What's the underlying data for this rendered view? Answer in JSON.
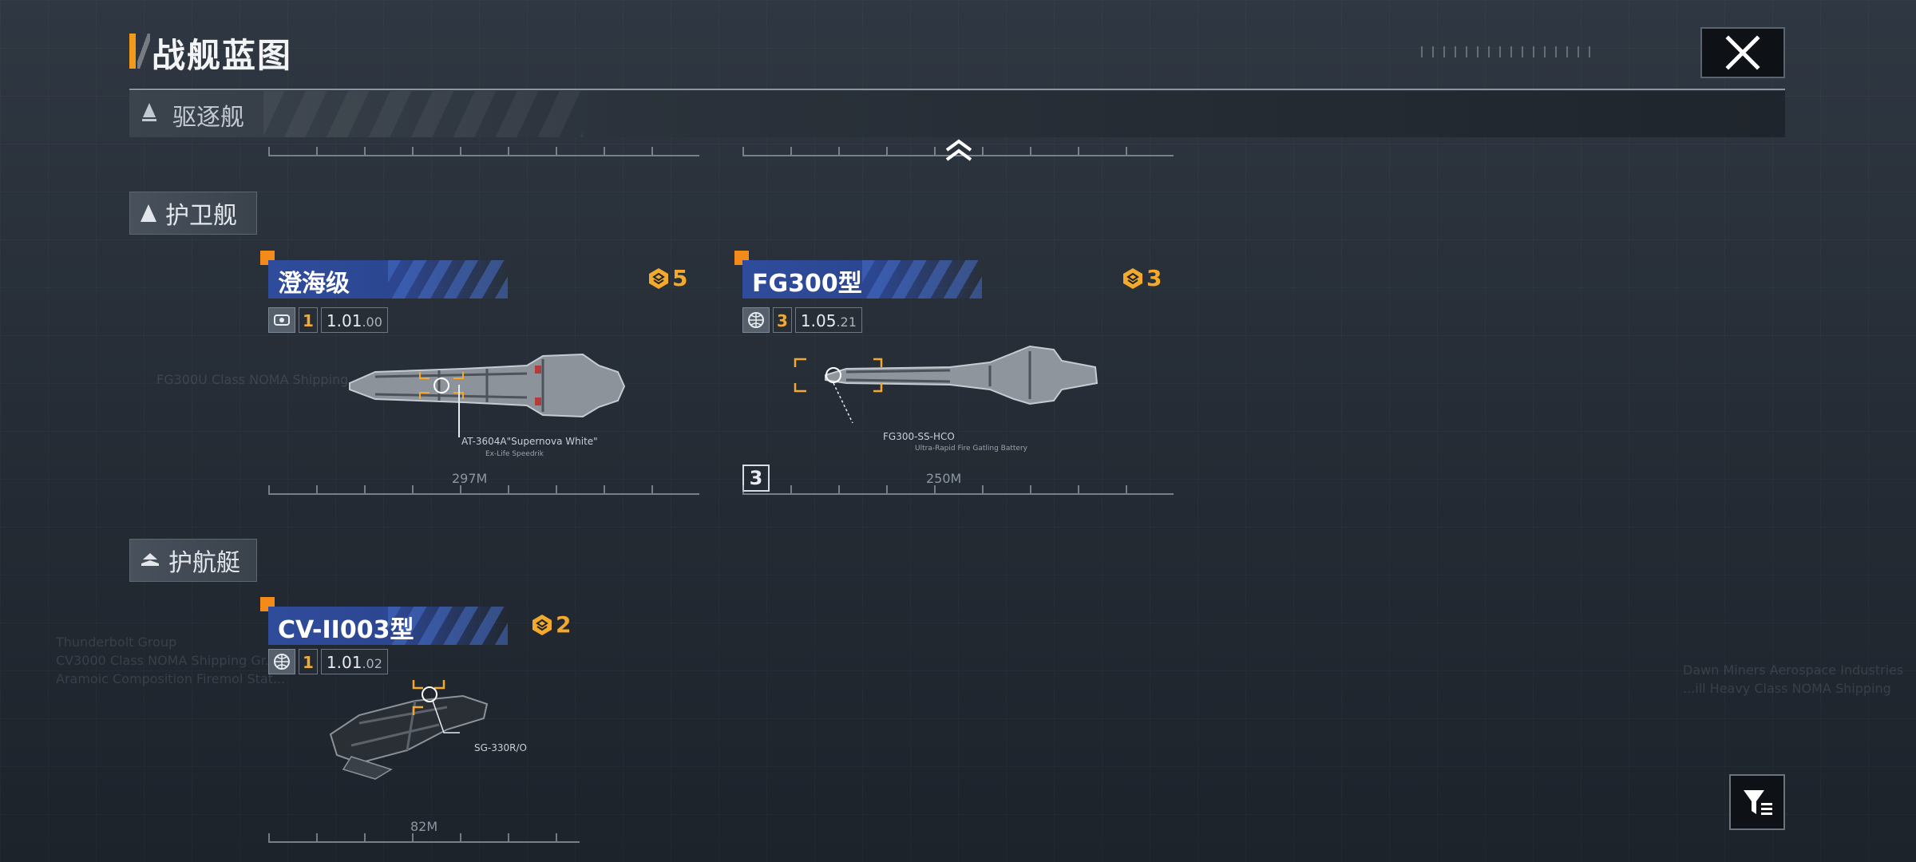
{
  "page": {
    "title": "战舰蓝图"
  },
  "header": {
    "close_icon": "close-icon"
  },
  "sections": {
    "destroyer": {
      "label": "驱逐舰",
      "collapse_icon": "chevron-up-icon"
    },
    "frigate": {
      "label": "护卫舰"
    },
    "corvette": {
      "label": "护航艇"
    }
  },
  "ships": [
    {
      "name": "澄海级",
      "count": "5",
      "level": "1",
      "version": "1.01",
      "version_sub": ".00",
      "length": "297M",
      "tag": "AT-3604A\"Supernova White\"",
      "tag_sub": "Ex-Life Speedrik"
    },
    {
      "name": "FG300型",
      "count": "3",
      "level": "3",
      "version": "1.05",
      "version_sub": ".21",
      "length": "250M",
      "tag": "FG300-SS-HCO",
      "tag_sub": "Ultra-Rapid Fire Gatling Battery",
      "badge": "3"
    },
    {
      "name": "CV-II003型",
      "count": "2",
      "level": "1",
      "version": "1.01",
      "version_sub": ".02",
      "length": "82M",
      "tag": "SG-330R/O"
    }
  ],
  "ghost_text": {
    "left_1": "Thunderbolt Group",
    "left_2": "CV3000 Class NOMA Shipping Gr...",
    "left_3": "Aramoic Composition Firemol Stat...",
    "right_1": "Dawn Miners Aerospace Industries",
    "right_2": "...ill Heavy Class NOMA Shipping",
    "mid": "FG300U Class NOMA Shipping..."
  },
  "colors": {
    "accent": "#f19a1c",
    "banner": "#2f4c9c",
    "count": "#f3a92c"
  }
}
